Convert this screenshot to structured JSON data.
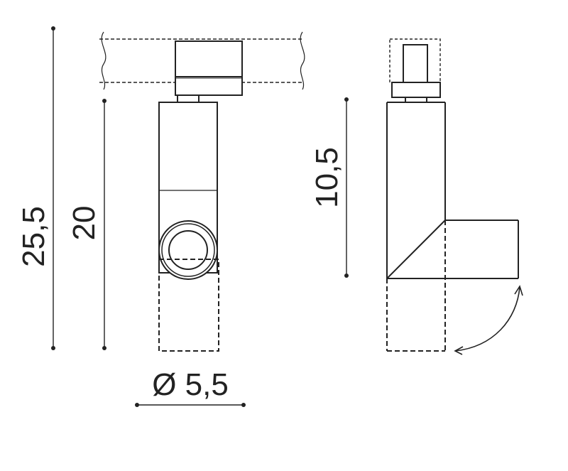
{
  "dimensions": {
    "total_height": "25,5",
    "body_height": "20",
    "side_height": "10,5",
    "diameter": "Ø 5,5"
  },
  "colors": {
    "line": "#222222",
    "background": "#ffffff"
  }
}
